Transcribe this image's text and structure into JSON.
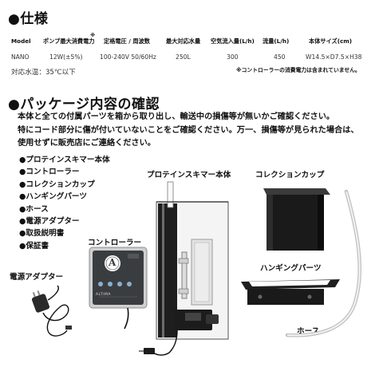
{
  "spec": {
    "title": "●仕様",
    "headers": [
      "Model",
      "ポンプ最大消費電力",
      "定格電圧 / 周波数",
      "最大対応水量",
      "空気流入量(L/h)",
      "流量(L/h)",
      "本体サイズ(cm)"
    ],
    "header_mark": "※",
    "row": [
      "NANO",
      "12W(±5%)",
      "100-240V 50/60Hz",
      "250L",
      "300",
      "450",
      "W14.5×D7.5×H38"
    ],
    "note": "※コントローラーの消費電力は含まれていません。",
    "water_temp": "対応水温：35℃以下"
  },
  "package": {
    "title": "●パッケージ内容の確認",
    "paragraph": [
      "本体と全ての付属パーツを箱から取り出し、輸送中の損傷等が無いかご確認ください。",
      "特にコード部分に傷が付いていないことをご確認ください。万一、損傷等が見られた場合は、",
      "使用せずに販売店にご連絡ください。"
    ],
    "items": [
      "●プロテインスキマー本体",
      "●コントローラー",
      "●コレクションカップ",
      "●ハンギングパーツ",
      "●ホース",
      "●電源アダプター",
      "●取扱説明書",
      "●保証書"
    ]
  },
  "captions": {
    "skimmer": "プロテインスキマー本体",
    "cup": "コレクションカップ",
    "controller": "コントローラー",
    "hanging": "ハンギングパーツ",
    "adapter": "電源アダプター",
    "hose": "ホース"
  },
  "controller_display": {
    "letter": "A",
    "brand": "ALTIMA"
  },
  "colors": {
    "text": "#111111",
    "controller_face": "#3a3d40",
    "controller_frame": "#c9c9c9",
    "device_dark": "#1c1c1c",
    "divider": "#222222"
  }
}
